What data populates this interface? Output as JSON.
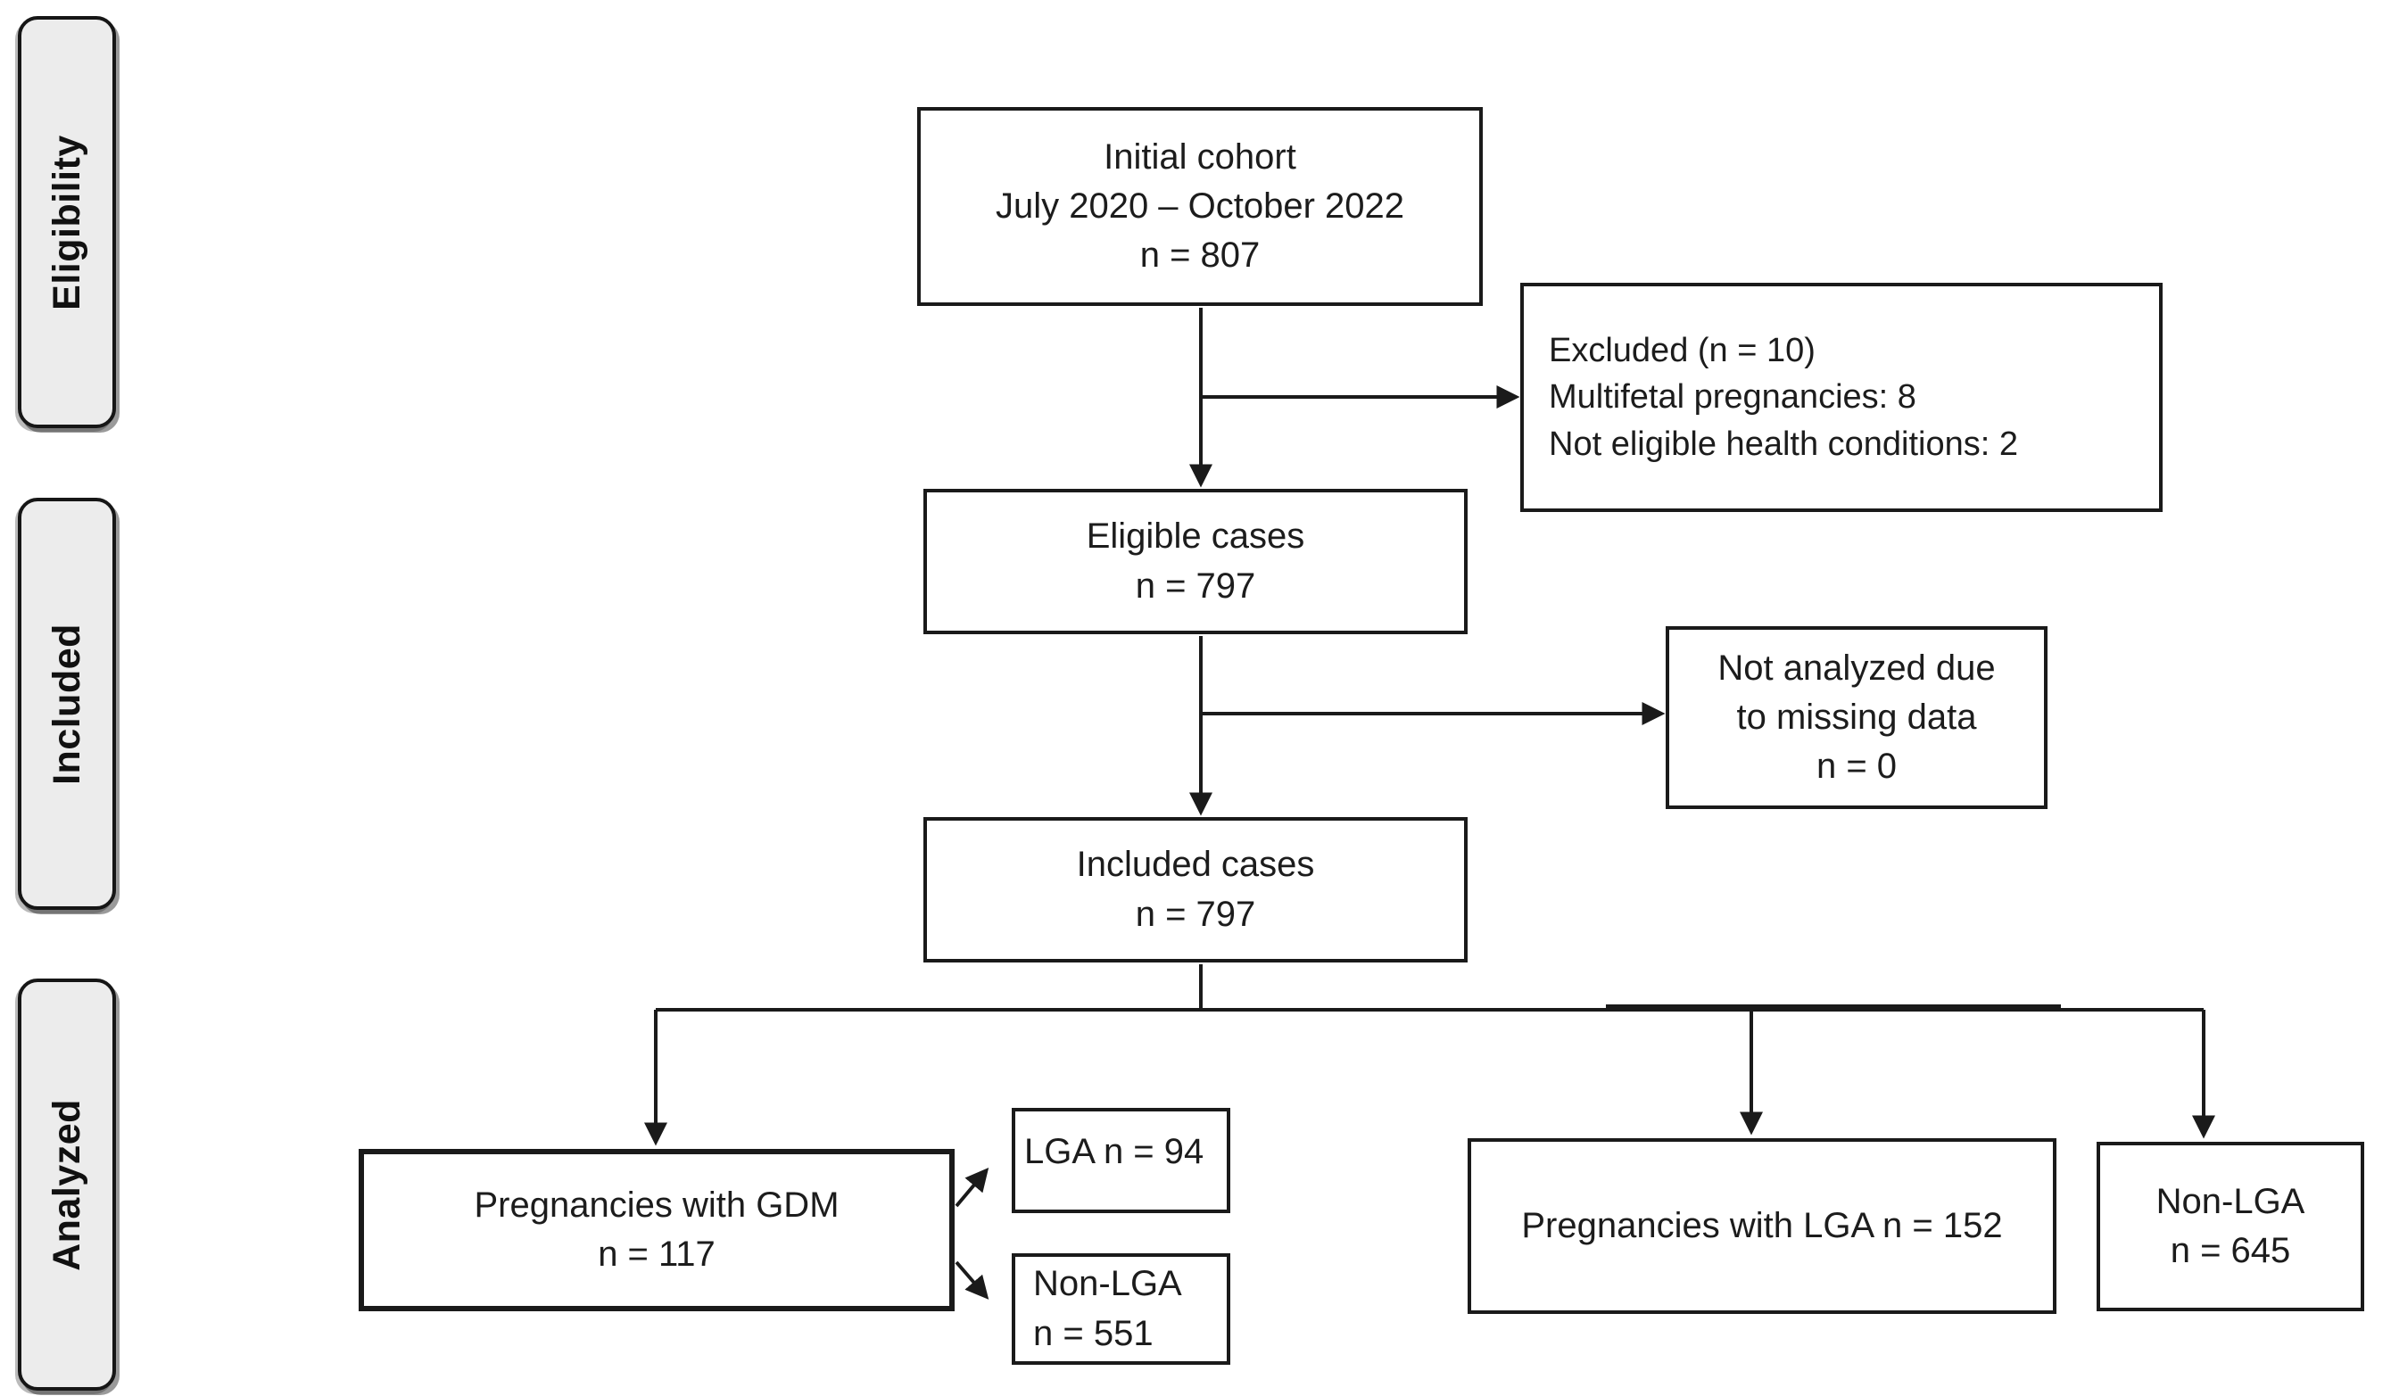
{
  "diagram": {
    "stage_labels": [
      {
        "label": "Eligibility"
      },
      {
        "label": "Included"
      },
      {
        "label": "Analyzed"
      }
    ],
    "nodes": {
      "initial": {
        "lines": [
          "Initial cohort",
          "July 2020 – October 2022",
          "n = 807"
        ]
      },
      "excluded": {
        "lines": [
          "Excluded (n = 10)",
          "Multifetal pregnancies: 8",
          "Not eligible health conditions: 2"
        ]
      },
      "eligible": {
        "lines": [
          "Eligible cases",
          "n = 797"
        ]
      },
      "not_analyzed": {
        "lines": [
          "Not analyzed due",
          "to missing data",
          "n = 0"
        ]
      },
      "included": {
        "lines": [
          "Included cases",
          "n = 797"
        ]
      },
      "gdm": {
        "lines": [
          "Pregnancies with GDM",
          "n = 117"
        ]
      },
      "gdm_lga": {
        "lines": [
          "LGA n = 94"
        ]
      },
      "gdm_non_lga": {
        "lines": [
          "Non-LGA",
          "n = 551"
        ]
      },
      "lga": {
        "lines": [
          "Pregnancies with LGA n = 152"
        ]
      },
      "non_lga": {
        "lines": [
          "Non-LGA",
          "n = 645"
        ]
      }
    },
    "colors": {
      "line": "#1a1a1a",
      "box_border": "#1a1a1a",
      "box_fill": "#ffffff",
      "stage_fill": "#ececec",
      "text": "#1c1c1c",
      "background": "#ffffff"
    }
  }
}
